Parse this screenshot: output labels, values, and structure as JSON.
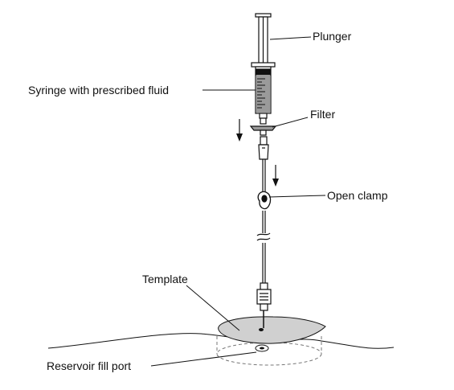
{
  "labels": {
    "plunger": "Plunger",
    "syringe": "Syringe with prescribed fluid",
    "filter": "Filter",
    "open_clamp": "Open clamp",
    "template": "Template",
    "reservoir_fill_port": "Reservoir fill port"
  },
  "colors": {
    "line": "#111111",
    "template_fill": "#d0d0d0",
    "fluid": "#9a9a9a",
    "background": "#ffffff"
  }
}
